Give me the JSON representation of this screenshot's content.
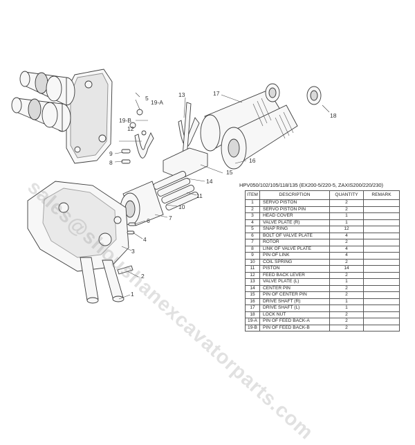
{
  "watermark": "sales@shoushanexcavatorparts.com",
  "table": {
    "title": "HPV050/102/105/118/135 (EX200-5/220-5, ZAXIS200/220/230)",
    "headers": {
      "item": "ITEM",
      "description": "DESCRIPTION",
      "quantity": "QUANTITY",
      "remark": "REMARK"
    },
    "rows": [
      {
        "item": "1",
        "description": "SERVO PISTON",
        "quantity": "2",
        "remark": ""
      },
      {
        "item": "2",
        "description": "SERVO PISTON PIN",
        "quantity": "2",
        "remark": ""
      },
      {
        "item": "3",
        "description": "HEAD COVER",
        "quantity": "1",
        "remark": ""
      },
      {
        "item": "4",
        "description": "VALVE PLATE (R)",
        "quantity": "1",
        "remark": ""
      },
      {
        "item": "5",
        "description": "SNAP RING",
        "quantity": "12",
        "remark": ""
      },
      {
        "item": "6",
        "description": "BOLT OF VALVE PLATE",
        "quantity": "4",
        "remark": ""
      },
      {
        "item": "7",
        "description": "ROTOR",
        "quantity": "2",
        "remark": ""
      },
      {
        "item": "8",
        "description": "LINK OF VALVE PLATE",
        "quantity": "4",
        "remark": ""
      },
      {
        "item": "9",
        "description": "PIN OF LINK",
        "quantity": "4",
        "remark": ""
      },
      {
        "item": "10",
        "description": "COIL SPRING",
        "quantity": "2",
        "remark": ""
      },
      {
        "item": "11",
        "description": "PISTON",
        "quantity": "14",
        "remark": ""
      },
      {
        "item": "12",
        "description": "FEED BACK LEVER",
        "quantity": "2",
        "remark": ""
      },
      {
        "item": "13",
        "description": "VALVE PLATE (L)",
        "quantity": "1",
        "remark": ""
      },
      {
        "item": "14",
        "description": "CENTER PIN",
        "quantity": "2",
        "remark": ""
      },
      {
        "item": "15",
        "description": "PIN OF CENTER PIN",
        "quantity": "2",
        "remark": ""
      },
      {
        "item": "16",
        "description": "DRIVE SHAFT (R)",
        "quantity": "1",
        "remark": ""
      },
      {
        "item": "17",
        "description": "DRIVE SHAFT (L)",
        "quantity": "1",
        "remark": ""
      },
      {
        "item": "18",
        "description": "LOCK NUT",
        "quantity": "2",
        "remark": ""
      },
      {
        "item": "19-A",
        "description": "PIN OF FEED BACK-A",
        "quantity": "2",
        "remark": ""
      },
      {
        "item": "19-B",
        "description": "PIN OF FEED BACK-B",
        "quantity": "2",
        "remark": ""
      }
    ]
  },
  "diagram": {
    "callouts": {
      "c1": "1",
      "c2": "2",
      "c3": "3",
      "c4": "4",
      "c5": "5",
      "c6": "6",
      "c7": "7",
      "c8": "8",
      "c9": "9",
      "c10": "10",
      "c11": "11",
      "c12": "12",
      "c13": "13",
      "c14": "14",
      "c15": "15",
      "c16": "16",
      "c17": "17",
      "c18": "18",
      "c19a": "19-A",
      "c19b": "19-B"
    }
  }
}
